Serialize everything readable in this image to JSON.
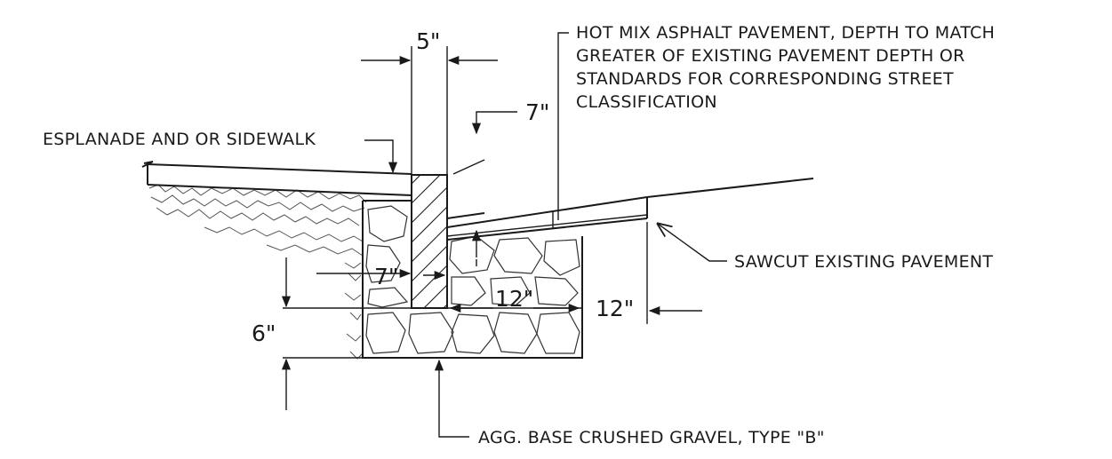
{
  "labels": {
    "esplanade": "ESPLANADE AND OR SIDEWALK",
    "asphalt_line1": "HOT MIX ASPHALT PAVEMENT, DEPTH TO MATCH",
    "asphalt_line2": "GREATER OF EXISTING PAVEMENT DEPTH OR",
    "asphalt_line3": "STANDARDS FOR CORRESPONDING STREET",
    "asphalt_line4": "CLASSIFICATION",
    "sawcut": "SAWCUT EXISTING PAVEMENT",
    "aggregate": "AGG. BASE CRUSHED GRAVEL, TYPE \"B\""
  },
  "dimensions": {
    "curb_width": "5\"",
    "curb_reveal": "7\"",
    "curb_lower": "7\"",
    "base_width": "12\"",
    "sawcut_offset": "12\"",
    "base_depth": "6\""
  }
}
